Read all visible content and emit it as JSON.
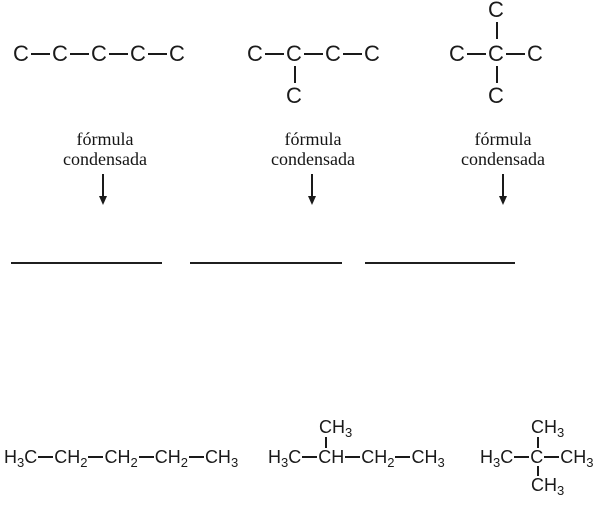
{
  "page": {
    "background": "#ffffff",
    "ink": "#1a1a1a",
    "language": "pt"
  },
  "labels": {
    "line1": "fórmula",
    "line2": "condensada"
  },
  "skeletal_structures": [
    {
      "name": "pentane-skeleton",
      "chain": [
        "C",
        "C",
        "C",
        "C",
        "C"
      ]
    },
    {
      "name": "methylbutane-skeleton",
      "chain": [
        "C",
        "C",
        "C",
        "C"
      ],
      "branch_bottom": "C"
    },
    {
      "name": "dimethylpropane-skeleton",
      "chain": [
        "C",
        "C",
        "C"
      ],
      "branch_top": "C",
      "branch_bottom": "C"
    }
  ],
  "condensed_formulas": [
    {
      "name": "pentane-condensed",
      "main": [
        {
          "pre": "H",
          "sub": "3",
          "post": "C"
        },
        {
          "pre": "CH",
          "sub": "2"
        },
        {
          "pre": "CH",
          "sub": "2"
        },
        {
          "pre": "CH",
          "sub": "2"
        },
        {
          "pre": "CH",
          "sub": "3"
        }
      ]
    },
    {
      "name": "methylbutane-condensed",
      "branch_top": {
        "pre": "CH",
        "sub": "3"
      },
      "main": [
        {
          "pre": "H",
          "sub": "3",
          "post": "C"
        },
        {
          "pre": "CH"
        },
        {
          "pre": "CH",
          "sub": "2"
        },
        {
          "pre": "CH",
          "sub": "3"
        }
      ]
    },
    {
      "name": "dimethylpropane-condensed",
      "branch_top": {
        "pre": "CH",
        "sub": "3"
      },
      "branch_bottom": {
        "pre": "CH",
        "sub": "3"
      },
      "main": [
        {
          "pre": "H",
          "sub": "3",
          "post": "C"
        },
        {
          "pre": "C"
        },
        {
          "pre": "CH",
          "sub": "3"
        }
      ]
    }
  ]
}
